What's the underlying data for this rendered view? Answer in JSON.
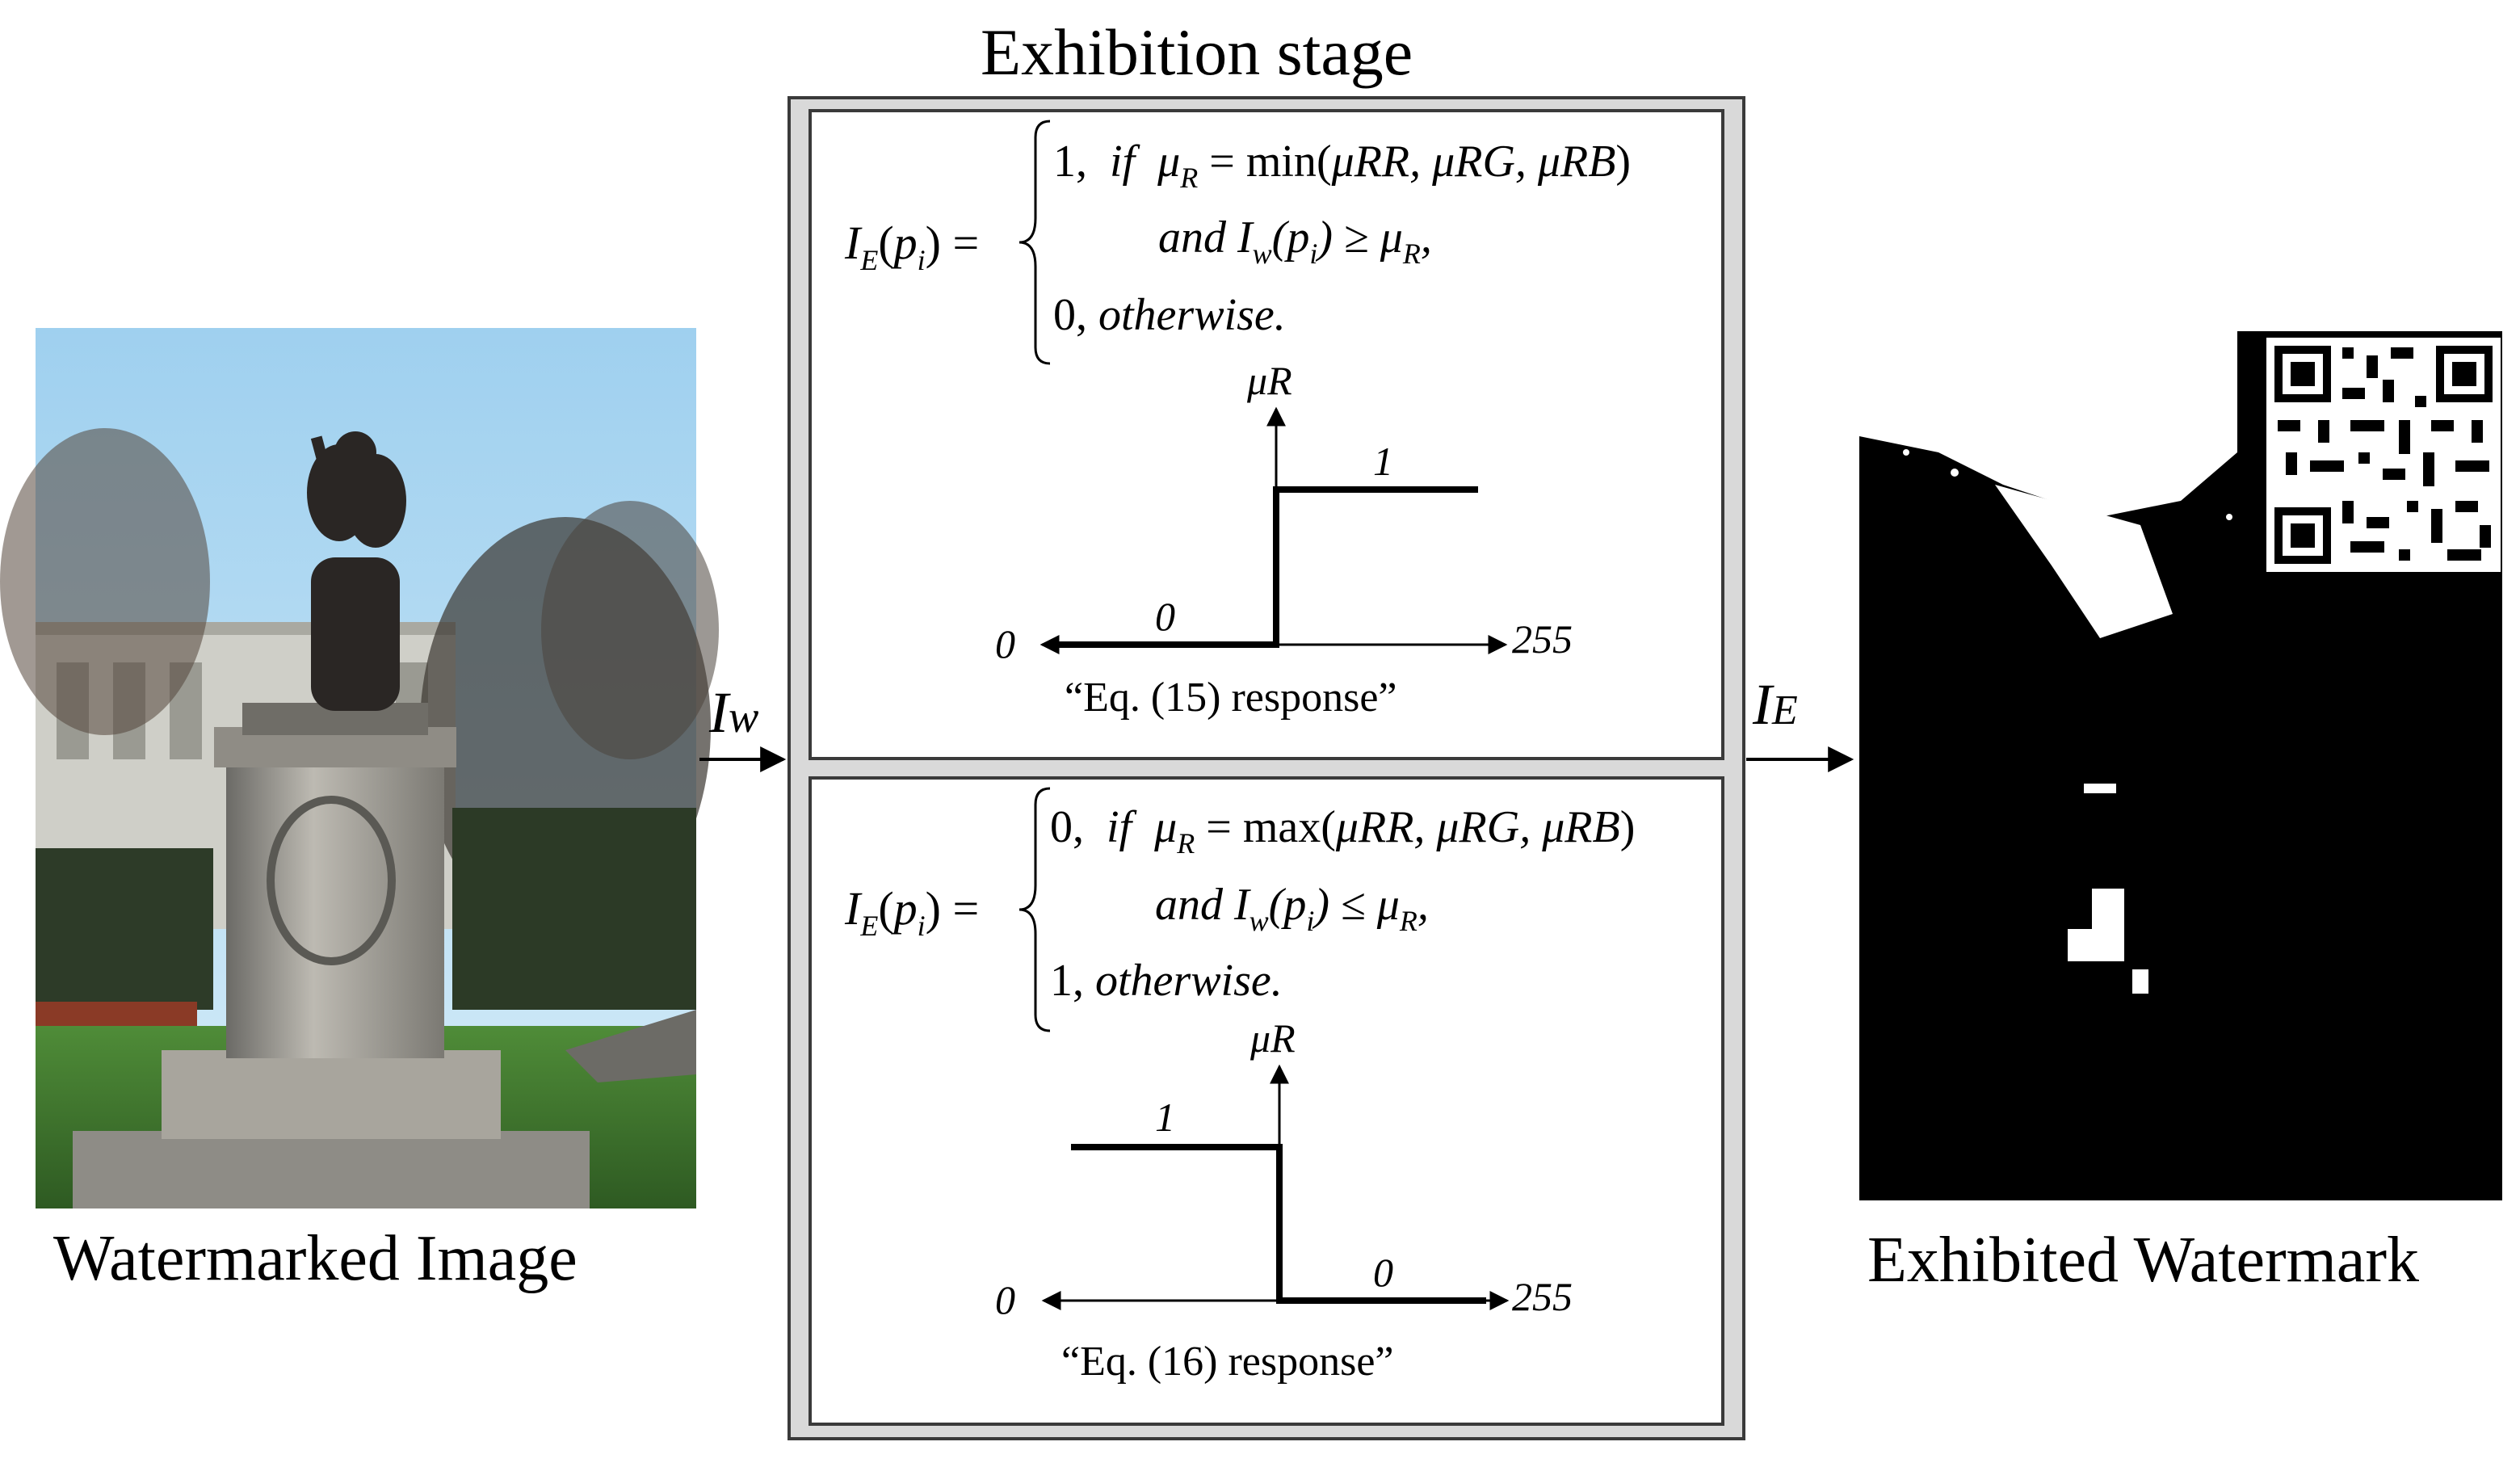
{
  "title": "Exhibition stage",
  "left": {
    "caption": "Watermarked Image",
    "arrow_label": {
      "main": "I",
      "sub": "w"
    }
  },
  "right": {
    "caption": "Exhibited Watermark",
    "arrow_label": {
      "main": "I",
      "sub": "E"
    }
  },
  "panel_top": {
    "lhs": {
      "main": "I",
      "sub": "E",
      "arg": "p",
      "arg_sub": "i"
    },
    "case1": {
      "value": "1,",
      "cond_word": "if",
      "mu": "μ",
      "mu_sub": "R",
      "op": "= min",
      "args": [
        "μRR",
        "μRG",
        "μRB"
      ]
    },
    "case1b": {
      "text1": "and I",
      "sub": "w",
      "text2": "(p",
      "sub2": "i",
      "text3": ") ≥ μ",
      "sub3": "R",
      "tail": ","
    },
    "case2": {
      "value": "0,",
      "text": "otherwise."
    },
    "graph": {
      "y_axis_label": "μR",
      "x_min": "0",
      "x_max": "255",
      "level_left": "0",
      "level_right": "1",
      "response": "“Eq. (15) response”"
    }
  },
  "panel_bottom": {
    "lhs": {
      "main": "I",
      "sub": "E",
      "arg": "p",
      "arg_sub": "i"
    },
    "case1": {
      "value": "0,",
      "cond_word": "if",
      "mu": "μ",
      "mu_sub": "R",
      "op": "= max",
      "args": [
        "μRR",
        "μRG",
        "μRB"
      ]
    },
    "case1b": {
      "text1": "and I",
      "sub": "w",
      "text2": "(p",
      "sub2": "i",
      "text3": ") ≤ μ",
      "sub3": "R",
      "tail": ","
    },
    "case2": {
      "value": "1,",
      "text": "otherwise."
    },
    "graph": {
      "y_axis_label": "μR",
      "x_min": "0",
      "x_max": "255",
      "level_left": "1",
      "level_right": "0",
      "response": "“Eq. (16) response”"
    }
  },
  "colors": {
    "line": "#000000",
    "frame_outer": "#3a3a3a",
    "frame_gap": "#d9d9d9",
    "sky": "#b9dcf2",
    "grass": "#3f7a2e"
  }
}
